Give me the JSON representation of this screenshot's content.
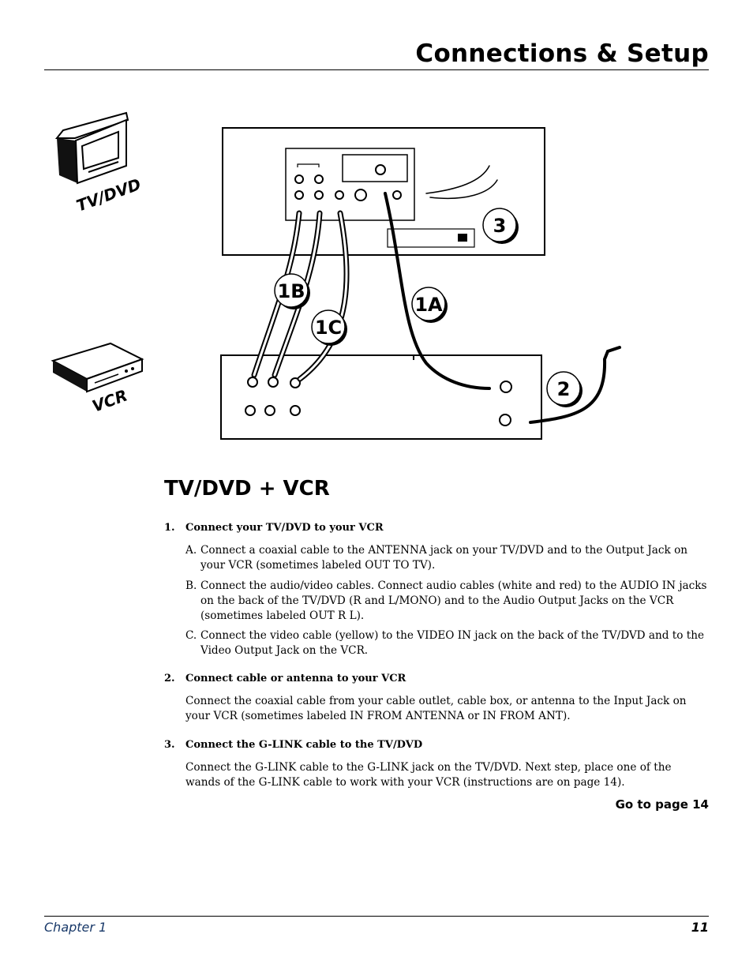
{
  "header": {
    "title": "Connections & Setup"
  },
  "diagram": {
    "tv_label": "TV/DVD",
    "vcr_label": "VCR",
    "callouts": {
      "c1a": "1A",
      "c1b": "1B",
      "c1c": "1C",
      "c2": "2",
      "c3": "3"
    }
  },
  "section": {
    "title": "TV/DVD + VCR"
  },
  "steps": [
    {
      "number": "1.",
      "heading": "Connect your TV/DVD to your VCR",
      "items": [
        {
          "label": "A.",
          "text": "Connect a coaxial cable to the ANTENNA jack on your TV/DVD and to the Output Jack on your VCR (sometimes labeled OUT TO TV)."
        },
        {
          "label": "B.",
          "text": "Connect the audio/video cables. Connect audio cables (white and red) to the AUDIO IN jacks on the back of the TV/DVD (R and L/MONO) and to the Audio Output Jacks on the VCR (sometimes labeled OUT R L)."
        },
        {
          "label": "C.",
          "text": "Connect the video cable (yellow) to the VIDEO IN jack on the back of the TV/DVD and to the Video Output Jack on the VCR."
        }
      ]
    },
    {
      "number": "2.",
      "heading": "Connect cable or antenna to your VCR",
      "text": "Connect the coaxial cable from your cable outlet, cable box, or antenna to the Input Jack on your VCR (sometimes labeled IN FROM ANTENNA or IN FROM ANT)."
    },
    {
      "number": "3.",
      "heading": "Connect the G-LINK cable to the TV/DVD",
      "text": "Connect the G-LINK cable to the G-LINK jack on the TV/DVD. Next step, place one of the wands of the G-LINK cable to work with your VCR (instructions are on page 14)."
    }
  ],
  "goto": "Go to page 14",
  "footer": {
    "chapter": "Chapter 1",
    "page": "11"
  }
}
